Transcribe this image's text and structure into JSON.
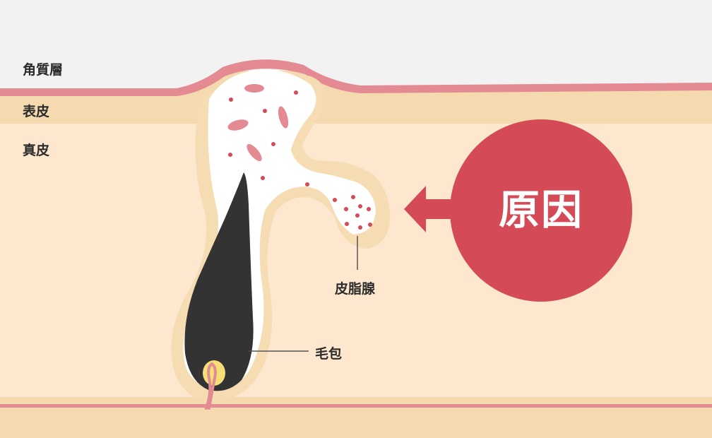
{
  "layers": {
    "stratum_corneum": "角質層",
    "epidermis": "表皮",
    "dermis": "真皮"
  },
  "parts": {
    "sebaceous_gland": "皮脂腺",
    "hair_follicle": "毛包"
  },
  "cause": {
    "label": "原因"
  },
  "colors": {
    "background": "#f2f2f2",
    "stratum_corneum": "#e48a92",
    "epidermis": "#f5dab0",
    "dermis": "#fde7cf",
    "follicle_sheath": "#f6dcb3",
    "sebum": "#ffffff",
    "hair": "#333333",
    "accent": "#d44a57"
  }
}
